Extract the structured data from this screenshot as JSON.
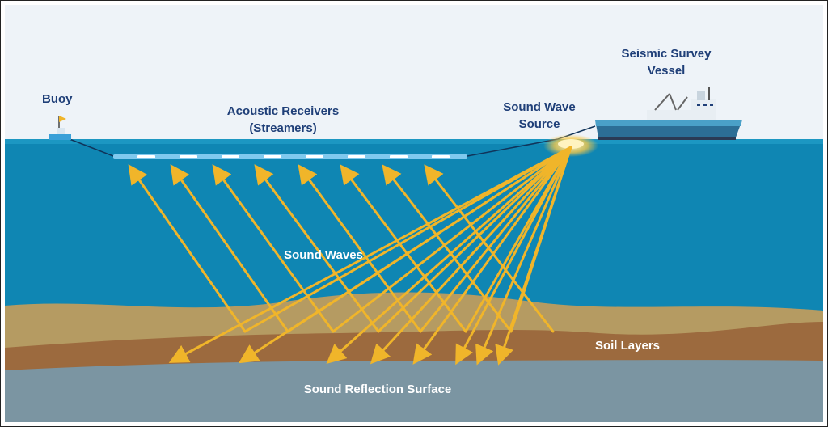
{
  "labels": {
    "buoy": "Buoy",
    "receivers_line1": "Acoustic Receivers",
    "receivers_line2": "(Streamers)",
    "source_line1": "Sound Wave",
    "source_line2": "Source",
    "vessel_line1": "Seismic Survey",
    "vessel_line2": "Vessel",
    "sound_waves": "Sound Waves",
    "soil_layers": "Soil Layers",
    "reflection_surface": "Sound Reflection Surface"
  },
  "colors": {
    "sky": "#eef3f8",
    "sea": "#0f86b3",
    "sea_top": "#1c97c2",
    "sand": "#b59b62",
    "clay": "#9c6a3e",
    "bedrock": "#7b95a2",
    "ray": "#f0b52a",
    "label_dark": "#1f3f78",
    "label_light": "#ffffff",
    "streamer": "#7fc9ee"
  }
}
